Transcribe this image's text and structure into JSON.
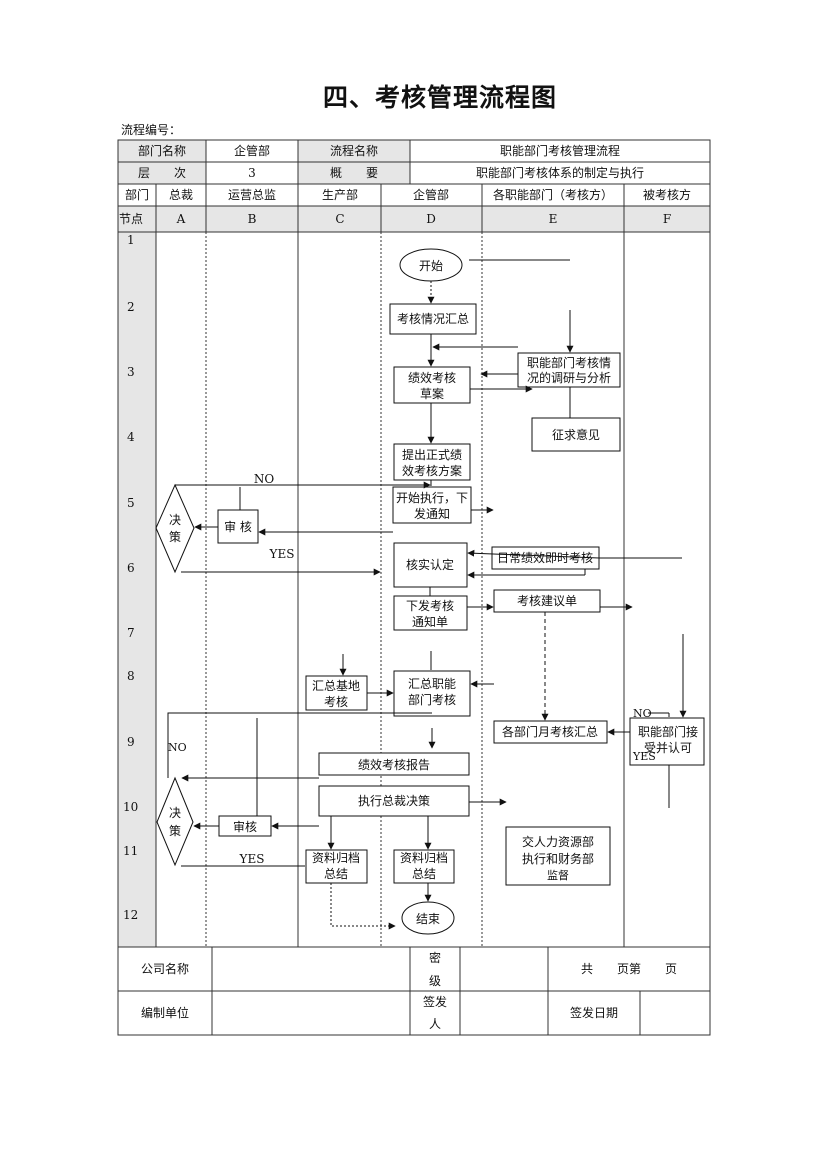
{
  "title": "四、考核管理流程图",
  "flow_number_label": "流程编号：",
  "header": {
    "dept_name_label": "部门名称",
    "dept_name_value": "企管部",
    "flow_name_label": "流程名称",
    "flow_name_value": "职能部门考核管理流程",
    "level_label": "层　　次",
    "level_value": "3",
    "summary_label": "概　　要",
    "summary_value": "职能部门考核体系的制定与执行"
  },
  "departments": {
    "row_label": "部门",
    "cols": [
      "总裁",
      "运营总监",
      "生产部",
      "企管部",
      "各职能部门（考核方）",
      "被考核方"
    ]
  },
  "nodes": {
    "row_label": "节点",
    "cols": [
      "A",
      "B",
      "C",
      "D",
      "E",
      "F"
    ]
  },
  "row_numbers": [
    "1",
    "2",
    "3",
    "4",
    "5",
    "6",
    "7",
    "8",
    "9",
    "10",
    "11",
    "12"
  ],
  "flow": {
    "start": "开始",
    "summary_situation": "考核情况汇总",
    "research_1": "职能部门考核情",
    "research_2": "况的调研与分析",
    "draft_1": "绩效考核",
    "draft_2": "草案",
    "solicit": "征求意见",
    "formal_1": "提出正式绩",
    "formal_2": "效考核方案",
    "execute_1": "开始执行，下",
    "execute_2": "发通知",
    "review_1": "审 核",
    "decision_1_a": "决",
    "decision_1_b": "策",
    "no_1": "NO",
    "yes_1": "YES",
    "daily_assess": "日常绩效即时考核",
    "verify": "核实认定",
    "assess_suggest": "考核建议单",
    "notice_1": "下发考核",
    "notice_2": "通知单",
    "base_summary_1": "汇总基地",
    "base_summary_2": "考核",
    "dept_summary_1": "汇总职能",
    "dept_summary_2": "部门考核",
    "monthly_summary": "各部门月考核汇总",
    "accept_1": "职能部门接",
    "accept_2": "受并认可",
    "no_f": "NO",
    "yes_f": "YES",
    "no_2": "NO",
    "report": "绩效考核报告",
    "ceo_decision": "执行总裁决策",
    "review_2": "审核",
    "decision_2_a": "决",
    "decision_2_b": "策",
    "yes_2": "YES",
    "archive_c_1": "资料归档",
    "archive_c_2": "总结",
    "archive_d_1": "资料归档",
    "archive_d_2": "总结",
    "end": "结束",
    "hr_1": "交人力资源部",
    "hr_2": "执行和财务部",
    "hr_3": "监督"
  },
  "footer": {
    "company_label": "公司名称",
    "secret_1": "密",
    "secret_2": "级",
    "pages": "共　　页第　　页",
    "editor_label": "编制单位",
    "issuer_1": "签发",
    "issuer_2": "人",
    "issue_date_label": "签发日期"
  }
}
